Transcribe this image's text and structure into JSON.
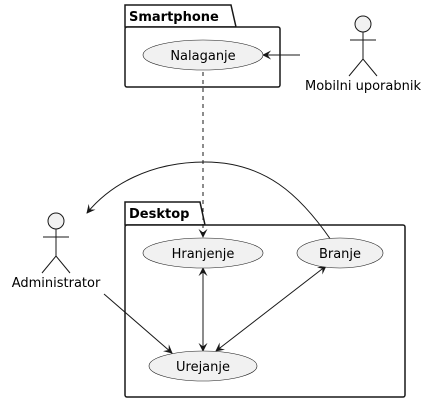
{
  "packages": {
    "smartphone": "Smartphone",
    "desktop": "Desktop"
  },
  "use_cases": {
    "nalaganje": "Nalaganje",
    "hranjenje": "Hranjenje",
    "branje": "Branje",
    "urejanje": "Urejanje"
  },
  "actors": {
    "mobile_user": "Mobilni uporabnik",
    "administrator": "Administrator"
  }
}
